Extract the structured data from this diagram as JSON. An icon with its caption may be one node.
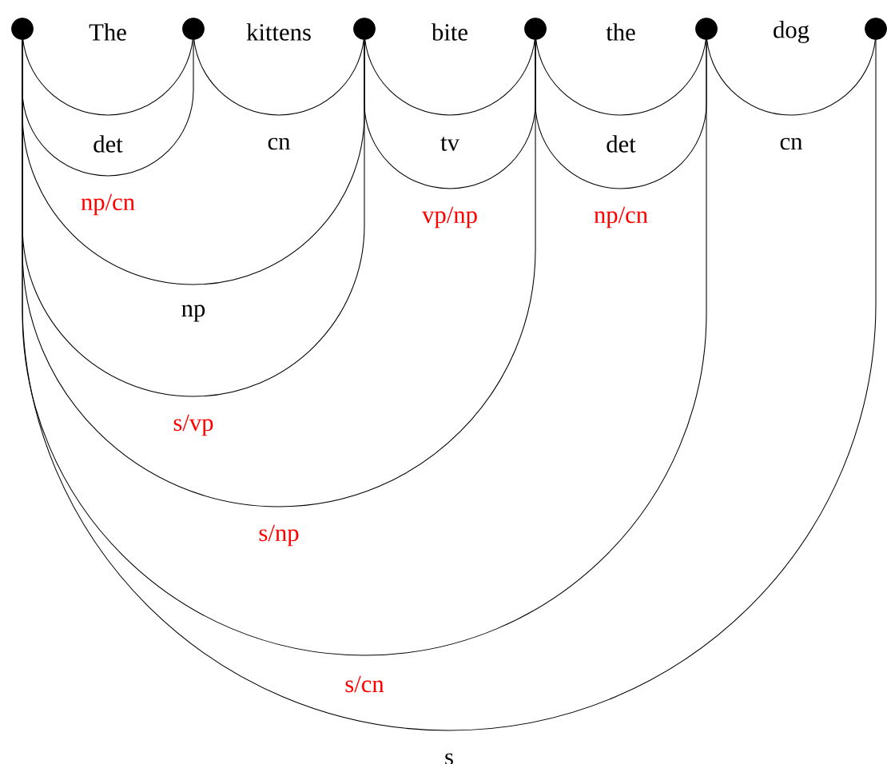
{
  "diagram": {
    "nodes": [
      {
        "text": [],
        "shape": "circle"
      },
      {
        "text": [],
        "shape": "circle"
      },
      {
        "text": [],
        "shape": "circle"
      },
      {
        "text": [],
        "shape": "circle"
      },
      {
        "text": [],
        "shape": "circle"
      },
      {
        "text": [],
        "shape": "circle"
      }
    ],
    "edges": [
      {
        "from": 0,
        "to": 1,
        "arrow": "none",
        "label": "det"
      },
      {
        "from": 0,
        "to": 1,
        "arrow": "none",
        "label": "np/cn"
      },
      {
        "from": 1,
        "to": 2,
        "arrow": "none",
        "label": "cn"
      },
      {
        "from": 0,
        "to": 2,
        "arrow": "none",
        "label": "np"
      },
      {
        "from": 0,
        "to": 2,
        "arrow": "none",
        "label": "s/vp"
      },
      {
        "from": 2,
        "to": 3,
        "arrow": "none",
        "label": "tv"
      },
      {
        "from": 2,
        "to": 3,
        "arrow": "none",
        "label": "vp/np"
      },
      {
        "from": 3,
        "to": 4,
        "arrow": "none",
        "label": "det"
      },
      {
        "from": 3,
        "to": 4,
        "arrow": "none",
        "label": "np/cn"
      },
      {
        "from": 0,
        "to": 3,
        "arrow": "none",
        "label": "s/np"
      },
      {
        "from": 4,
        "to": 5,
        "arrow": "none",
        "label": "cn"
      },
      {
        "from": 0,
        "to": 4,
        "arrow": "none",
        "label": "s/cn"
      },
      {
        "from": 0,
        "to": 5,
        "arrow": "none",
        "label": "s"
      }
    ],
    "labels": [
      "The",
      "kittens",
      "bite",
      "the",
      "dog"
    ]
  }
}
